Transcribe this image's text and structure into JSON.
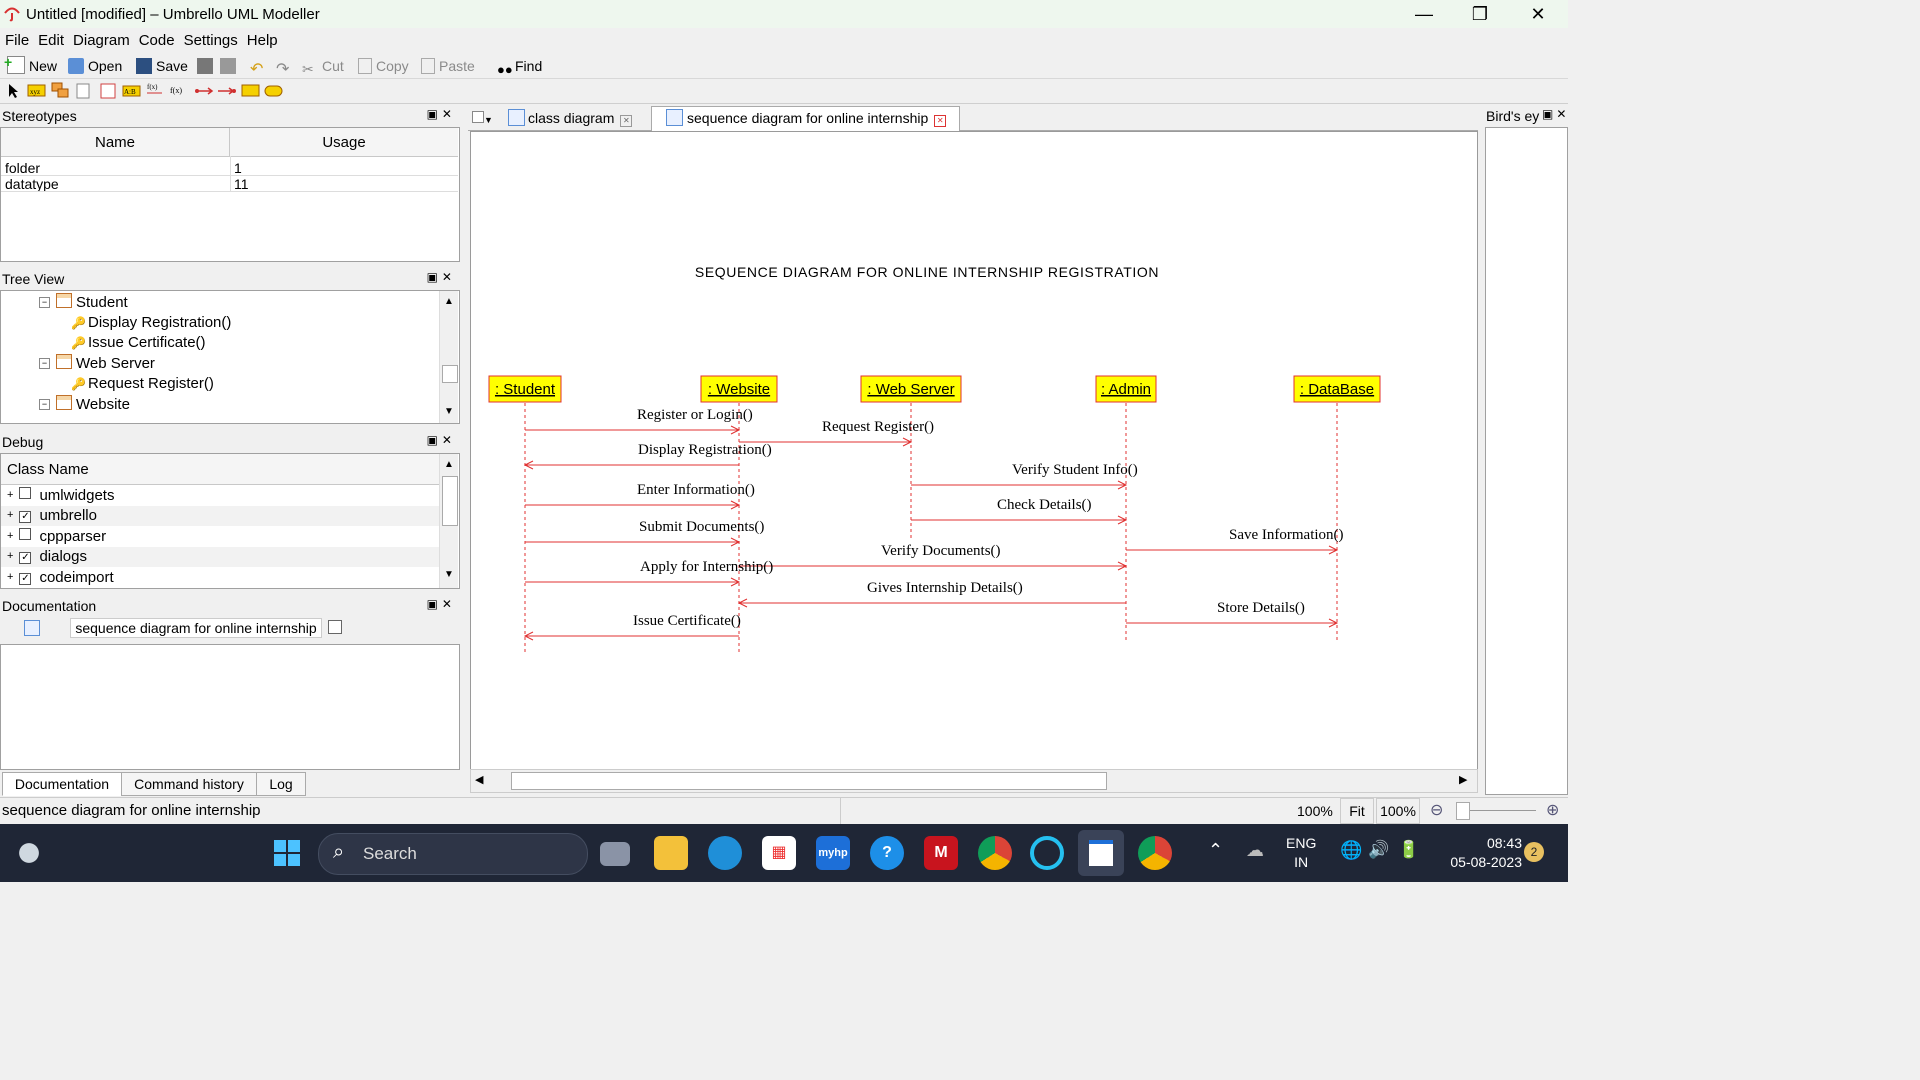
{
  "window": {
    "title": "Untitled [modified] – Umbrello UML Modeller",
    "controls": [
      "minimize-icon",
      "restore-icon",
      "close-icon"
    ]
  },
  "menu": [
    "File",
    "Edit",
    "Diagram",
    "Code",
    "Settings",
    "Help"
  ],
  "toolbar": {
    "new": "New",
    "open": "Open",
    "save": "Save",
    "cut": "Cut",
    "copy": "Copy",
    "paste": "Paste",
    "find": "Find"
  },
  "stereotypes": {
    "title": "Stereotypes",
    "columns": [
      "Name",
      "Usage"
    ],
    "rows": [
      {
        "name": "folder",
        "usage": "1"
      },
      {
        "name": "datatype",
        "usage": "11"
      }
    ]
  },
  "treeview": {
    "title": "Tree View",
    "items": [
      {
        "label": "Student",
        "kind": "class"
      },
      {
        "label": "Display Registration()",
        "kind": "operation"
      },
      {
        "label": "Issue Certificate()",
        "kind": "operation"
      },
      {
        "label": "Web Server",
        "kind": "class"
      },
      {
        "label": "Request Register()",
        "kind": "operation"
      },
      {
        "label": "Website",
        "kind": "class"
      }
    ]
  },
  "debug": {
    "title": "Debug",
    "column": "Class Name",
    "items": [
      {
        "label": "umlwidgets",
        "checked": false
      },
      {
        "label": "umbrello",
        "checked": true
      },
      {
        "label": "cppparser",
        "checked": false
      },
      {
        "label": "dialogs",
        "checked": true
      },
      {
        "label": "codeimport",
        "checked": true
      }
    ]
  },
  "documentation": {
    "title": "Documentation",
    "diagram_name": "sequence diagram for online internship",
    "tabs": [
      "Documentation",
      "Command history",
      "Log"
    ]
  },
  "birds_eye": {
    "title": "Bird's ey"
  },
  "tabs": [
    {
      "label": "class diagram",
      "active": false
    },
    {
      "label": "sequence diagram for online internship",
      "active": true
    }
  ],
  "diagram": {
    "title": "SEQUENCE DIAGRAM FOR ONLINE INTERNSHIP REGISTRATION",
    "lifelines": [
      ": Student",
      ": Website",
      ": Web Server",
      ": Admin",
      ": DataBase"
    ],
    "messages": [
      {
        "label": "Register or Login()",
        "from": 0,
        "to": 1
      },
      {
        "label": "Request Register()",
        "from": 1,
        "to": 2
      },
      {
        "label": "Display Registration()",
        "from": 1,
        "to": 0
      },
      {
        "label": "Verify Student Info()",
        "from": 2,
        "to": 3
      },
      {
        "label": "Enter Information()",
        "from": 0,
        "to": 1
      },
      {
        "label": "Check Details()",
        "from": 2,
        "to": 3
      },
      {
        "label": "Submit Documents()",
        "from": 0,
        "to": 1
      },
      {
        "label": "Save Information()",
        "from": 3,
        "to": 4
      },
      {
        "label": "Verify Documents()",
        "from": 1,
        "to": 3
      },
      {
        "label": "Apply for Internship()",
        "from": 0,
        "to": 1
      },
      {
        "label": "Gives Internship Details()",
        "from": 3,
        "to": 1
      },
      {
        "label": "Store Details()",
        "from": 3,
        "to": 4
      },
      {
        "label": "Issue Certificate()",
        "from": 1,
        "to": 0
      }
    ],
    "colors": {
      "lifeline_box": "#ffff00",
      "lifeline_border": "#e03030",
      "message": "#e03030"
    }
  },
  "statusbar": {
    "text": "sequence diagram for online internship",
    "zoom": "100%",
    "fit": "Fit",
    "zoom2": "100%"
  },
  "taskbar": {
    "search": "Search",
    "lang": "ENG",
    "region": "IN",
    "time": "08:43",
    "date": "05-08-2023",
    "notification_count": "2"
  }
}
